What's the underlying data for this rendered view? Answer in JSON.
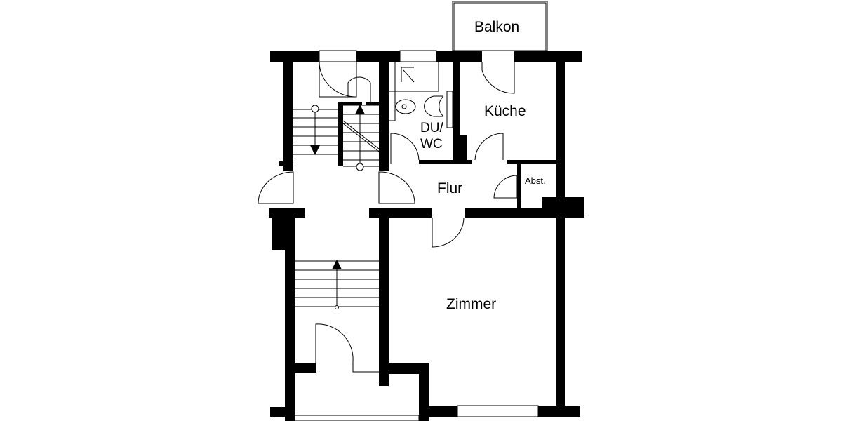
{
  "floorplan": {
    "rooms": {
      "balkon": "Balkon",
      "kueche": "Küche",
      "duwc_line1": "DU/",
      "duwc_line2": "WC",
      "flur": "Flur",
      "abst": "Abst.",
      "zimmer": "Zimmer"
    },
    "colors": {
      "wall": "#000000",
      "background": "#ffffff"
    }
  }
}
